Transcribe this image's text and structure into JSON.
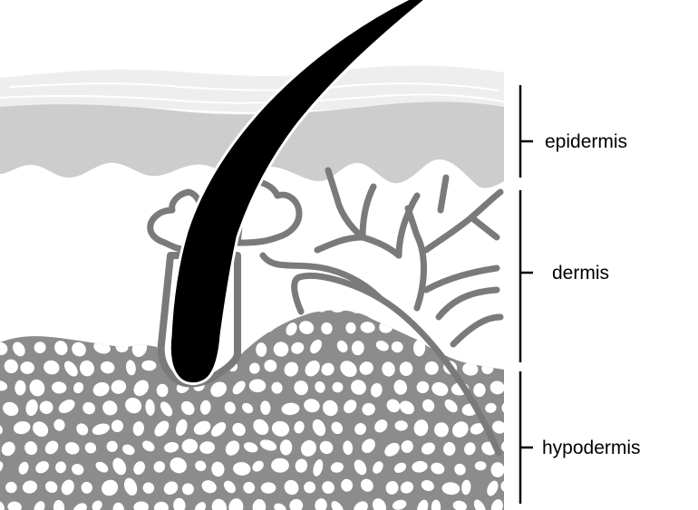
{
  "labels": {
    "epidermis": "epidermis",
    "dermis": "dermis",
    "hypodermis": "hypodermis"
  },
  "colors": {
    "background": "#ffffff",
    "stratum_corneum": "#eeeeee",
    "epidermis": "#cdcdcd",
    "hypodermis_tissue": "#8c8c8c",
    "fat_cells": "#ffffff",
    "dermis_structures": "#7a7a7a",
    "hair": "#000000",
    "bracket": "#000000"
  },
  "icons": [
    "hair-icon",
    "hair-follicle-icon",
    "sebaceous-gland-icon",
    "nerve-branches-icon",
    "fat-cells-icon"
  ]
}
